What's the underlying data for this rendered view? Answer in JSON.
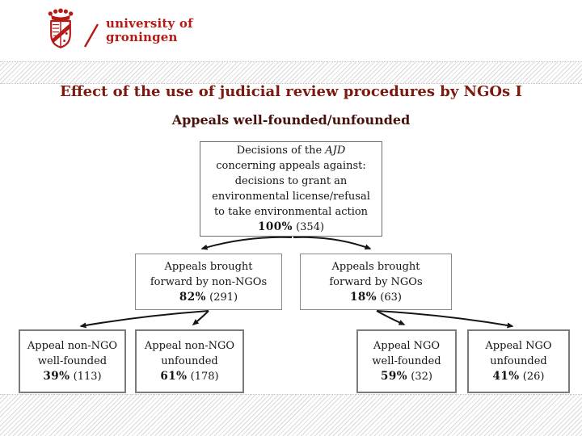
{
  "colors": {
    "brand_red": "#b51a17",
    "title_red": "#7c1a10",
    "subtitle_dark": "#46120b",
    "box_border": "#7b7b7b",
    "arrow_black": "#161616",
    "band_stripe": "#d9d9d9"
  },
  "header": {
    "university_line1": "university of",
    "university_line2": "groningen"
  },
  "slide": {
    "title": "Effect of the use of judicial review procedures by NGOs I",
    "subtitle": "Appeals well-founded/unfounded"
  },
  "diagram": {
    "root": {
      "text_before_italic": "Decisions of the ",
      "italic_term": "AJD",
      "text_after_italic": "\nconcerning appeals against:\ndecisions to grant an\nenvironmental license/refusal\nto take environmental action",
      "percent": "100%",
      "count": "(354)"
    },
    "level2": [
      {
        "text": "Appeals brought\nforward by non-NGOs",
        "percent": "82%",
        "count": "(291)"
      },
      {
        "text": "Appeals brought\nforward by NGOs",
        "percent": "18%",
        "count": "(63)"
      }
    ],
    "level3": [
      {
        "text": "Appeal non-NGO\nwell-founded",
        "percent": "39%",
        "count": "(113)"
      },
      {
        "text": "Appeal non-NGO\nunfounded",
        "percent": "61%",
        "count": "(178)"
      },
      {
        "text": "Appeal NGO\nwell-founded",
        "percent": "59%",
        "count": "(32)"
      },
      {
        "text": "Appeal NGO\nunfounded",
        "percent": "41%",
        "count": "(26)"
      }
    ]
  }
}
